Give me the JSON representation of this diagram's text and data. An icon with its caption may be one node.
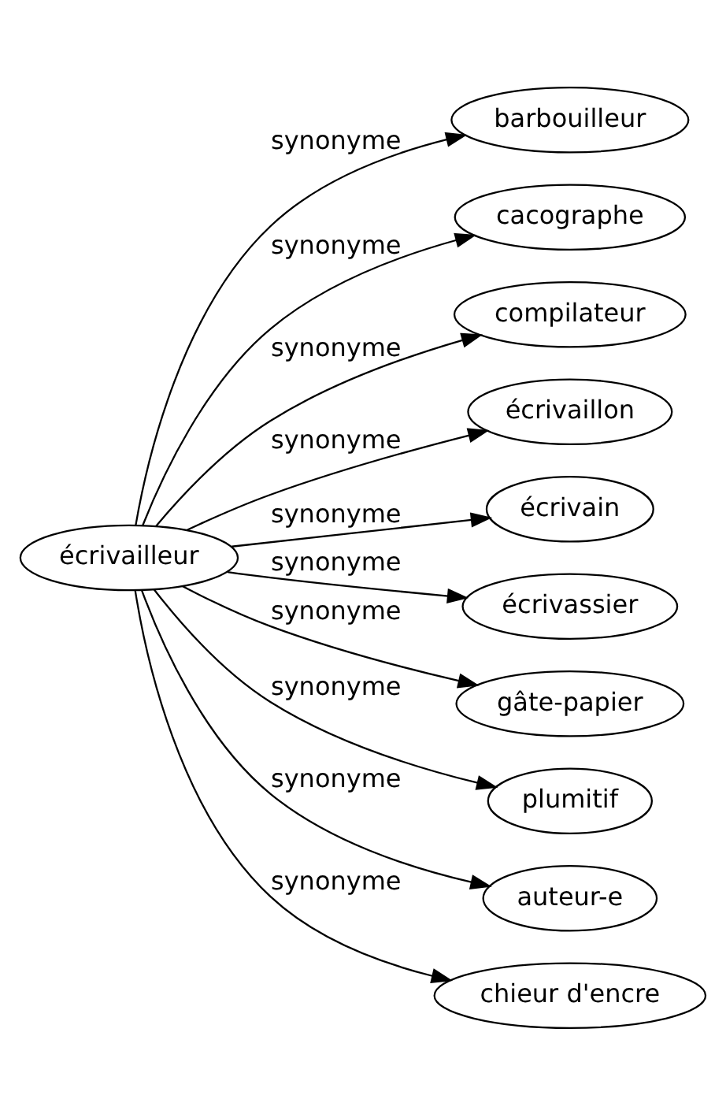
{
  "diagram": {
    "nodes": [
      {
        "text": [
          "écrivailleur"
        ]
      },
      {
        "text": [
          "barbouilleur"
        ]
      },
      {
        "text": [
          "cacographe"
        ]
      },
      {
        "text": [
          "compilateur"
        ]
      },
      {
        "text": [
          "écrivaillon"
        ]
      },
      {
        "text": [
          "écrivain"
        ]
      },
      {
        "text": [
          "écrivassier"
        ]
      },
      {
        "text": [
          "gâte-papier"
        ]
      },
      {
        "text": [
          "plumitif"
        ]
      },
      {
        "text": [
          "auteur-e"
        ]
      },
      {
        "text": [
          "chieur d'encre"
        ]
      }
    ],
    "edges": [
      {
        "from": 0,
        "to": 1,
        "arrow": "to",
        "label": "synonyme"
      },
      {
        "from": 0,
        "to": 2,
        "arrow": "to",
        "label": "synonyme"
      },
      {
        "from": 0,
        "to": 3,
        "arrow": "to",
        "label": "synonyme"
      },
      {
        "from": 0,
        "to": 4,
        "arrow": "to",
        "label": "synonyme"
      },
      {
        "from": 0,
        "to": 5,
        "arrow": "to",
        "label": "synonyme"
      },
      {
        "from": 0,
        "to": 6,
        "arrow": "to",
        "label": "synonyme"
      },
      {
        "from": 0,
        "to": 7,
        "arrow": "to",
        "label": "synonyme"
      },
      {
        "from": 0,
        "to": 8,
        "arrow": "to",
        "label": "synonyme"
      },
      {
        "from": 0,
        "to": 9,
        "arrow": "to",
        "label": "synonyme"
      },
      {
        "from": 0,
        "to": 10,
        "arrow": "to",
        "label": "synonyme"
      }
    ]
  }
}
